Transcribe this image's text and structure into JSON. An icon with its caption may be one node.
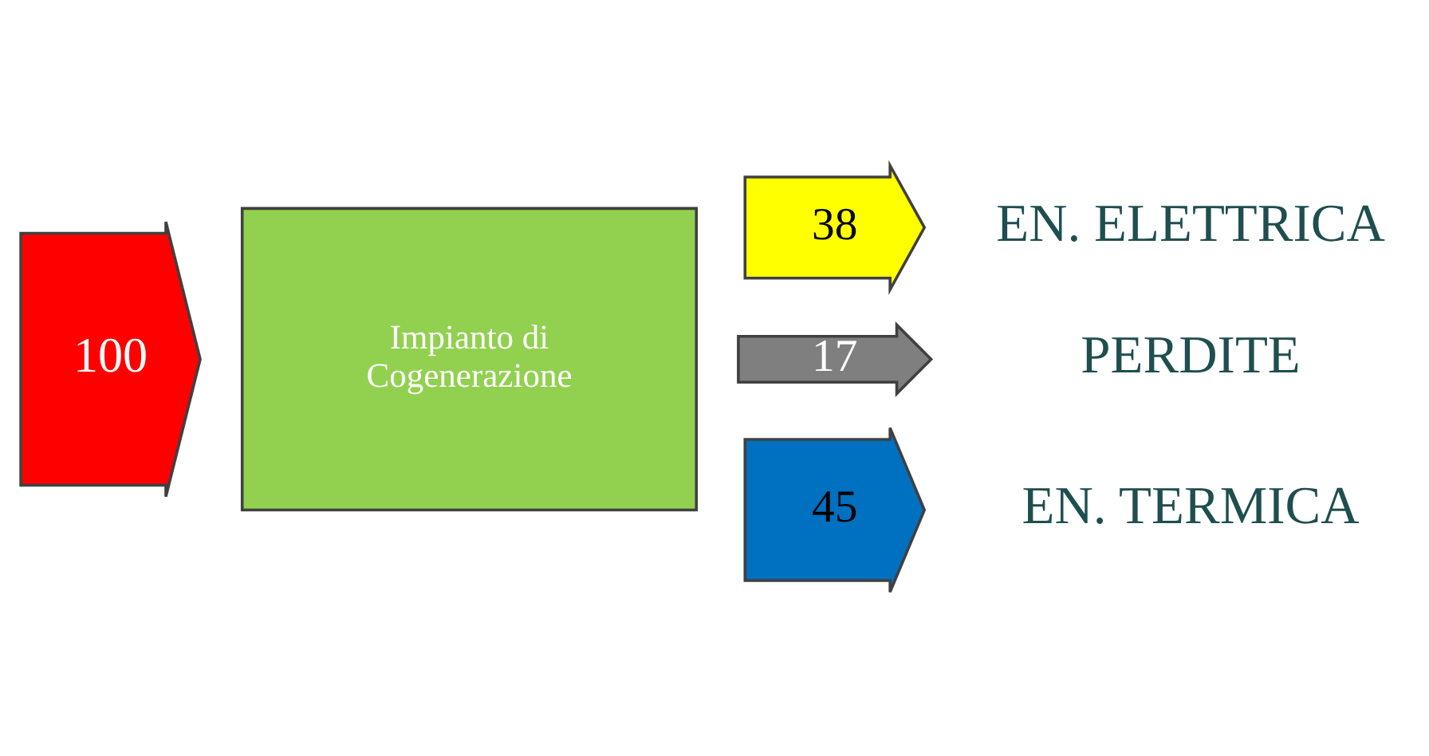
{
  "diagram": {
    "nodes": [
      {
        "text": [
          "100"
        ]
      },
      {
        "text": [
          "Impianto di Cogenerazione"
        ]
      },
      {
        "text": [
          "38"
        ],
        "beside": [
          "EN. ELETTRICA"
        ]
      },
      {
        "text": [
          "17"
        ],
        "beside": [
          "PERDITE"
        ]
      },
      {
        "text": [
          "45"
        ],
        "beside": [
          "EN. TERMICA"
        ]
      }
    ]
  }
}
